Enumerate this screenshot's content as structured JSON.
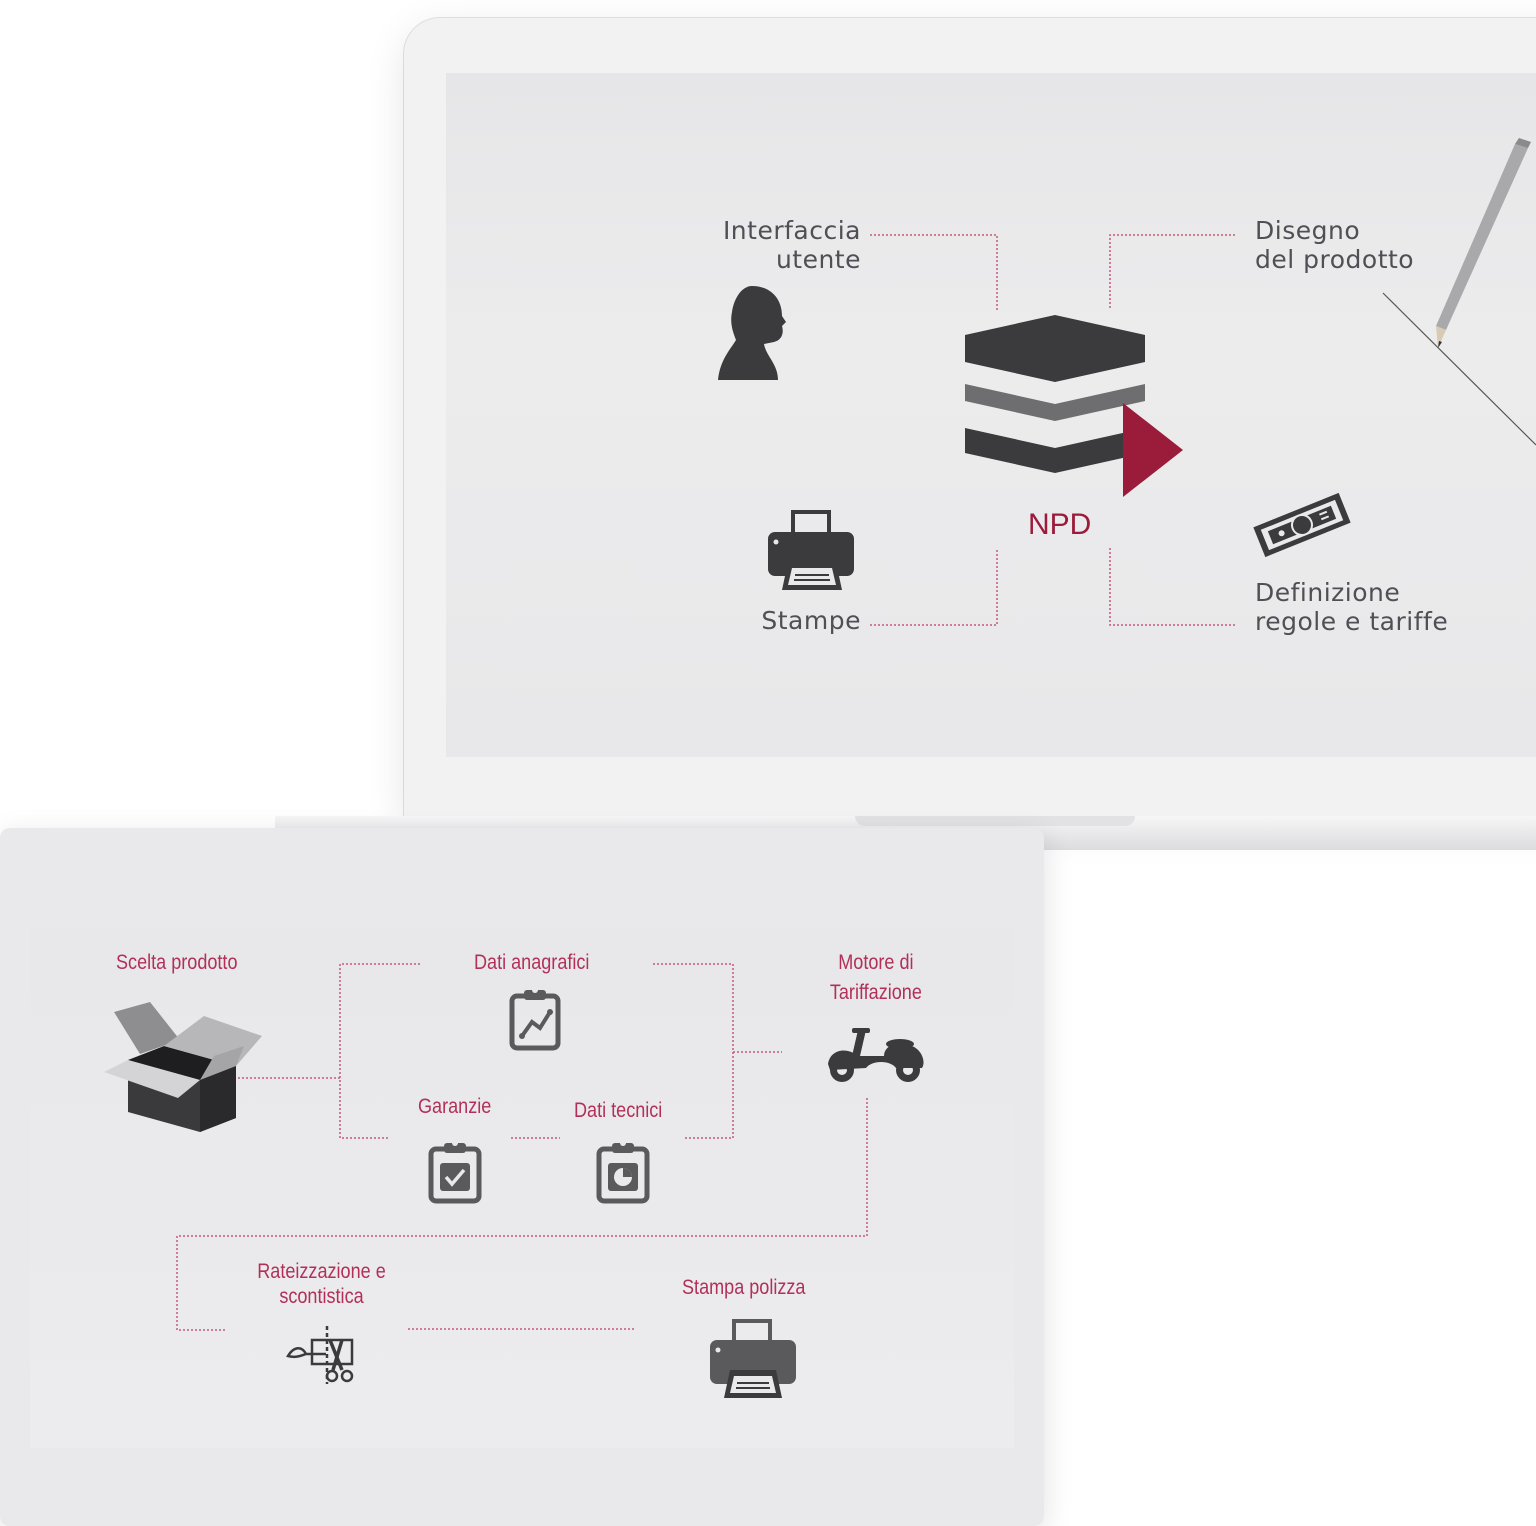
{
  "colors": {
    "accent": "#9a1b3a",
    "label_pink": "#b23058",
    "icon_dark": "#3b3b3d",
    "icon_mid": "#6e6e70",
    "dotted_line": "#c45a7a"
  },
  "top_diagram": {
    "center_label": "NPD",
    "nodes": [
      {
        "id": "interfaccia",
        "line1": "Interfaccia",
        "line2": "utente",
        "icon": "person-head-icon"
      },
      {
        "id": "disegno",
        "line1": "Disegno",
        "line2": "del prodotto",
        "icon": "pencil-icon"
      },
      {
        "id": "stampe",
        "line1": "Stampe",
        "icon": "printer-icon"
      },
      {
        "id": "definizione",
        "line1": "Definizione",
        "line2": "regole e tariffe",
        "icon": "banknote-icon"
      }
    ],
    "center_icon": "stacked-layers-play-icon"
  },
  "bottom_diagram": {
    "nodes": [
      {
        "id": "scelta",
        "line1": "Scelta prodotto",
        "icon": "open-box-icon"
      },
      {
        "id": "anagrafici",
        "line1": "Dati anagrafici",
        "icon": "clipboard-chart-icon"
      },
      {
        "id": "motore",
        "line1": "Motore di",
        "line2": "Tariffazione",
        "icon": "scooter-icon"
      },
      {
        "id": "garanzie",
        "line1": "Garanzie",
        "icon": "clipboard-check-icon"
      },
      {
        "id": "tecnici",
        "line1": "Dati tecnici",
        "icon": "clipboard-pie-icon"
      },
      {
        "id": "rateizzazione",
        "line1": "Rateizzazione e",
        "line2": "scontistica",
        "icon": "scissors-coupon-icon"
      },
      {
        "id": "stampa_polizza",
        "line1": "Stampa polizza",
        "icon": "printer-icon"
      }
    ]
  }
}
